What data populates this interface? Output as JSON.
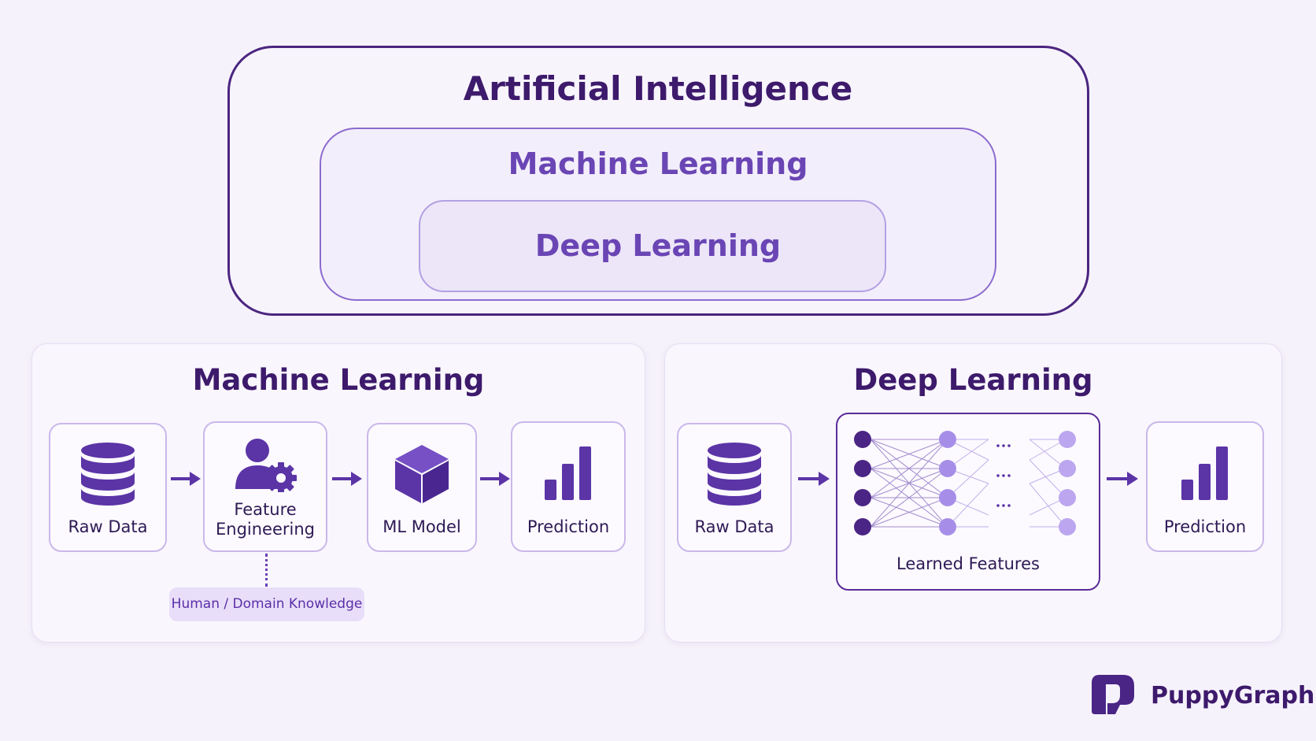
{
  "hierarchy": {
    "outer_title": "Artificial Intelligence",
    "middle_title": "Machine Learning",
    "inner_title": "Deep Learning"
  },
  "ml_panel": {
    "title": "Machine Learning",
    "raw_data_label": "Raw Data",
    "feature_engineering_label_line1": "Feature",
    "feature_engineering_label_line2": "Engineering",
    "ml_model_label": "ML Model",
    "prediction_label": "Prediction",
    "human_knowledge_badge": "Human / Domain Knowledge"
  },
  "dl_panel": {
    "title": "Deep Learning",
    "raw_data_label": "Raw Data",
    "learned_features_label": "Learned Features",
    "prediction_label": "Prediction"
  },
  "brand": {
    "name": "PuppyGraph"
  },
  "colors": {
    "background": "#f6f2fb",
    "dark_purple": "#3d1a6b",
    "accent_purple": "#5b34a6",
    "light_purple": "#a68ee8"
  }
}
